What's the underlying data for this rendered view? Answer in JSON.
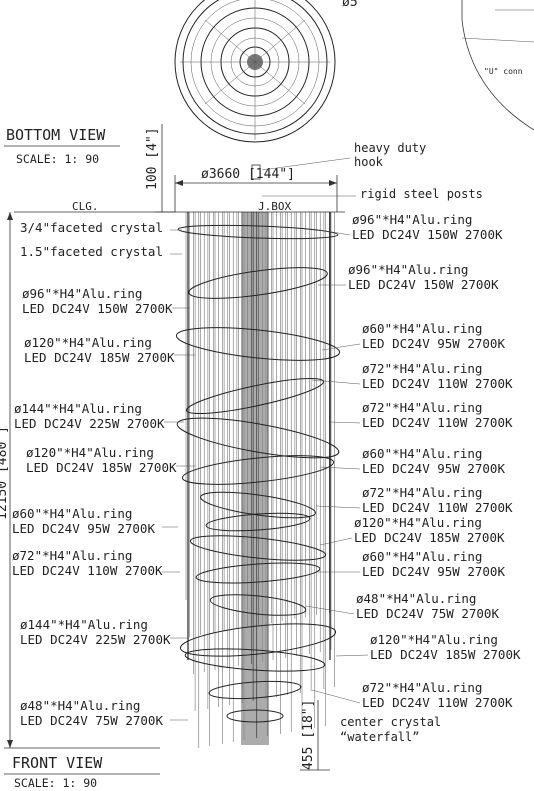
{
  "top": {
    "partial_dim": "ø5",
    "connector_note": "\"U\" conn"
  },
  "bottom_view": {
    "title": "BOTTOM VIEW",
    "scale": "SCALE: 1: 90"
  },
  "front_view": {
    "title": "FRONT VIEW",
    "scale": "SCALE: 1: 90"
  },
  "dimensions": {
    "top_height": "100 [4\"]",
    "diameter": "ø3660 [144\"]",
    "total_height": "12150 [480\"]",
    "bottom_height": "455 [18\"]"
  },
  "header_notes": {
    "heavy_duty_hook": [
      "heavy duty",
      "hook"
    ],
    "rigid_posts": "rigid steel posts",
    "clg": "CLG.",
    "jbox": "J.BOX",
    "center_crystal": [
      "center crystal",
      "“waterfall”"
    ]
  },
  "left_labels": [
    {
      "lines": [
        "3/4\"faceted crystal"
      ]
    },
    {
      "lines": [
        "1.5\"faceted crystal"
      ]
    },
    {
      "lines": [
        "ø96\"*H4\"Alu.ring",
        "LED DC24V 150W 2700K"
      ]
    },
    {
      "lines": [
        "ø120\"*H4\"Alu.ring",
        "LED DC24V 185W 2700K"
      ]
    },
    {
      "lines": [
        "ø144\"*H4\"Alu.ring",
        "LED DC24V 225W 2700K"
      ]
    },
    {
      "lines": [
        "ø120\"*H4\"Alu.ring",
        "LED DC24V 185W 2700K"
      ]
    },
    {
      "lines": [
        "ø60\"*H4\"Alu.ring",
        "LED DC24V 95W 2700K"
      ]
    },
    {
      "lines": [
        "ø72\"*H4\"Alu.ring",
        "LED DC24V 110W 2700K"
      ]
    },
    {
      "lines": [
        "ø144\"*H4\"Alu.ring",
        "LED DC24V 225W 2700K"
      ]
    },
    {
      "lines": [
        "ø48\"*H4\"Alu.ring",
        "LED DC24V 75W 2700K"
      ]
    }
  ],
  "right_labels": [
    {
      "lines": [
        "ø96\"*H4\"Alu.ring",
        "LED DC24V 150W 2700K"
      ]
    },
    {
      "lines": [
        "ø96\"*H4\"Alu.ring",
        "LED DC24V 150W 2700K"
      ]
    },
    {
      "lines": [
        "ø60\"*H4\"Alu.ring",
        "LED DC24V 95W 2700K"
      ]
    },
    {
      "lines": [
        "ø72\"*H4\"Alu.ring",
        "LED DC24V 110W 2700K"
      ]
    },
    {
      "lines": [
        "ø72\"*H4\"Alu.ring",
        "LED DC24V 110W 2700K"
      ]
    },
    {
      "lines": [
        "ø60\"*H4\"Alu.ring",
        "LED DC24V 95W 2700K"
      ]
    },
    {
      "lines": [
        "ø72\"*H4\"Alu.ring",
        "LED DC24V 110W 2700K"
      ]
    },
    {
      "lines": [
        "ø120\"*H4\"Alu.ring",
        "LED DC24V 185W 2700K"
      ]
    },
    {
      "lines": [
        "ø60\"*H4\"Alu.ring",
        "LED DC24V 95W 2700K"
      ]
    },
    {
      "lines": [
        "ø48\"*H4\"Alu.ring",
        "LED DC24V 75W 2700K"
      ]
    },
    {
      "lines": [
        "ø120\"*H4\"Alu.ring",
        "LED DC24V 185W 2700K"
      ]
    },
    {
      "lines": [
        "ø72\"*H4\"Alu.ring",
        "LED DC24V 110W 2700K"
      ]
    }
  ]
}
